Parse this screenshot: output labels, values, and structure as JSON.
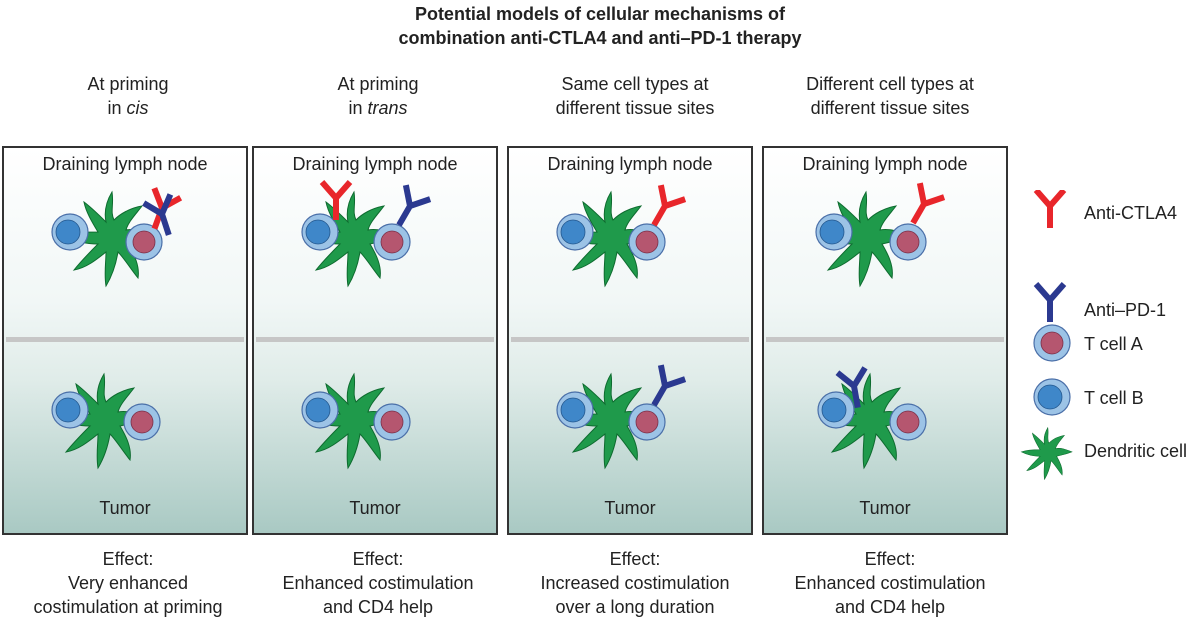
{
  "title": {
    "line1": "Potential models of cellular mechanisms of",
    "line2": "combination anti-CTLA4 and anti–PD-1 therapy"
  },
  "columns": [
    {
      "heading_line1": "At priming",
      "heading_line2_prefix": "in ",
      "heading_line2_italic": "cis",
      "top_label": "Draining lymph node",
      "bottom_label": "Tumor",
      "effect_line1": "Effect:",
      "effect_line2": "Very enhanced",
      "effect_line3": "costimulation at priming"
    },
    {
      "heading_line1": "At priming",
      "heading_line2_prefix": "in ",
      "heading_line2_italic": "trans",
      "top_label": "Draining lymph node",
      "bottom_label": "Tumor",
      "effect_line1": "Effect:",
      "effect_line2": "Enhanced costimulation",
      "effect_line3": "and CD4 help"
    },
    {
      "heading_line1": "Same cell types at",
      "heading_line2_prefix": "different tissue sites",
      "heading_line2_italic": "",
      "top_label": "Draining lymph node",
      "bottom_label": "Tumor",
      "effect_line1": "Effect:",
      "effect_line2": "Increased costimulation",
      "effect_line3": "over a long duration"
    },
    {
      "heading_line1": "Different cell types at",
      "heading_line2_prefix": "different tissue sites",
      "heading_line2_italic": "",
      "top_label": "Draining lymph node",
      "bottom_label": "Tumor",
      "effect_line1": "Effect:",
      "effect_line2": "Enhanced costimulation",
      "effect_line3": "and CD4 help"
    }
  ],
  "legend": {
    "anti_ctla4": "Anti-CTLA4",
    "anti_pd1": "Anti–PD-1",
    "t_cell_a": "T cell A",
    "t_cell_b": "T cell B",
    "dendritic_cell": "Dendritic cell"
  },
  "colors": {
    "anti_ctla4": "#e8262b",
    "anti_pd1": "#2b3990",
    "t_cell_a_nucleus": "#b5566f",
    "t_cell_b_nucleus": "#3f87c9",
    "t_cell_membrane": "#9cc3e6",
    "dendritic_cell": "#1f9a4b"
  }
}
